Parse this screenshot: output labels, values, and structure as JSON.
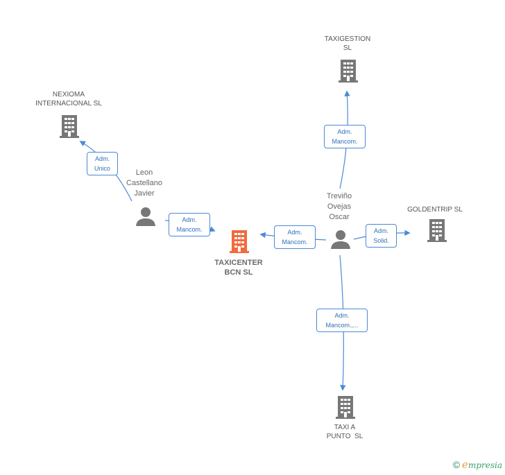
{
  "nodes": {
    "taxigestion": {
      "lines": [
        "TAXIGESTION",
        "SL"
      ]
    },
    "nexioma": {
      "lines": [
        "NEXIOMA",
        "INTERNACIONAL SL"
      ]
    },
    "goldentrip": {
      "lines": [
        "GOLDENTRIP SL"
      ]
    },
    "taxicenter": {
      "lines": [
        "TAXICENTER",
        "BCN SL"
      ]
    },
    "taxi_a_punto": {
      "lines": [
        "TAXI A",
        "PUNTO  SL"
      ]
    },
    "leon": {
      "lines": [
        "Leon",
        "Castellano",
        "Javier"
      ]
    },
    "trevino": {
      "lines": [
        "Treviño",
        "Ovejas",
        "Oscar"
      ]
    }
  },
  "edges": {
    "leon_nexioma": [
      "Adm.",
      "Unico"
    ],
    "leon_taxicenter": [
      "Adm.",
      "Mancom."
    ],
    "trevino_taxicenter": [
      "Adm.",
      "Mancom."
    ],
    "trevino_taxigestion": [
      "Adm.",
      "Mancom."
    ],
    "trevino_goldentrip": [
      "Adm.",
      "Solid."
    ],
    "trevino_taxiapunto": [
      "Adm.",
      "Mancom.,..."
    ]
  },
  "colors": {
    "focus_building": "#f26a3d",
    "building": "#777777",
    "person": "#777777",
    "edge": "#4a89d6"
  },
  "brand": {
    "copyright": "©",
    "initial": "e",
    "rest": "mpresia"
  }
}
